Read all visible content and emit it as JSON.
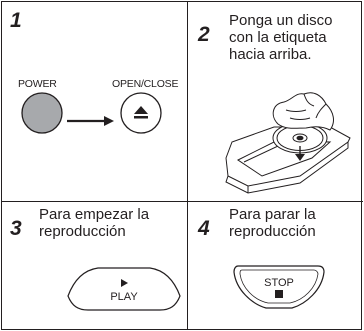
{
  "steps": [
    {
      "number": "1",
      "text": ""
    },
    {
      "number": "2",
      "text": "Ponga un disco con la etiqueta hacia arriba."
    },
    {
      "number": "3",
      "text": "Para empezar la reproducción"
    },
    {
      "number": "4",
      "text": "Para parar la reproducción"
    }
  ],
  "labels": {
    "power": "POWER",
    "open_close": "OPEN/CLOSE",
    "play": "PLAY",
    "stop": "STOP"
  },
  "icons": {
    "eject": "eject-icon",
    "play": "play-triangle-icon",
    "stop": "stop-square-icon",
    "arrow": "arrow-right-icon"
  },
  "colors": {
    "power_button": "#a7a9ac",
    "line": "#231f20"
  }
}
